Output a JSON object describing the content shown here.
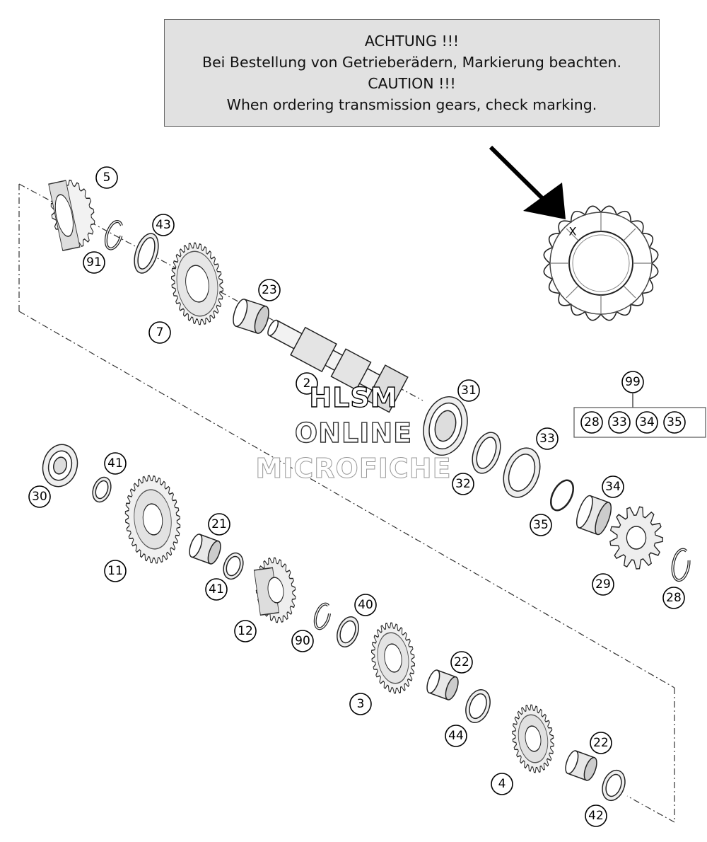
{
  "notice": {
    "line1": "ACHTUNG !!!",
    "line2": "Bei Bestellung von Getrieberädern, Markierung beachten.",
    "line3": "CAUTION !!!",
    "line4": "When ordering transmission gears, check marking."
  },
  "marking_symbol": "X",
  "watermark": {
    "line1": "HLSM",
    "line2": "ONLINE",
    "line3": "MICROFICHE"
  },
  "callouts": [
    {
      "id": "c5",
      "label": "5"
    },
    {
      "id": "c43",
      "label": "43"
    },
    {
      "id": "c91",
      "label": "91"
    },
    {
      "id": "c7",
      "label": "7"
    },
    {
      "id": "c23",
      "label": "23"
    },
    {
      "id": "c2",
      "label": "2"
    },
    {
      "id": "c31",
      "label": "31"
    },
    {
      "id": "c99",
      "label": "99"
    },
    {
      "id": "c28a",
      "label": "28"
    },
    {
      "id": "c33a",
      "label": "33"
    },
    {
      "id": "c34a",
      "label": "34"
    },
    {
      "id": "c35a",
      "label": "35"
    },
    {
      "id": "c33",
      "label": "33"
    },
    {
      "id": "c32",
      "label": "32"
    },
    {
      "id": "c34",
      "label": "34"
    },
    {
      "id": "c35",
      "label": "35"
    },
    {
      "id": "c29",
      "label": "29"
    },
    {
      "id": "c28",
      "label": "28"
    },
    {
      "id": "c41a",
      "label": "41"
    },
    {
      "id": "c30",
      "label": "30"
    },
    {
      "id": "c21",
      "label": "21"
    },
    {
      "id": "c11",
      "label": "11"
    },
    {
      "id": "c41b",
      "label": "41"
    },
    {
      "id": "c12",
      "label": "12"
    },
    {
      "id": "c40",
      "label": "40"
    },
    {
      "id": "c90",
      "label": "90"
    },
    {
      "id": "c22a",
      "label": "22"
    },
    {
      "id": "c3",
      "label": "3"
    },
    {
      "id": "c44",
      "label": "44"
    },
    {
      "id": "c22b",
      "label": "22"
    },
    {
      "id": "c4",
      "label": "4"
    },
    {
      "id": "c42",
      "label": "42"
    }
  ]
}
